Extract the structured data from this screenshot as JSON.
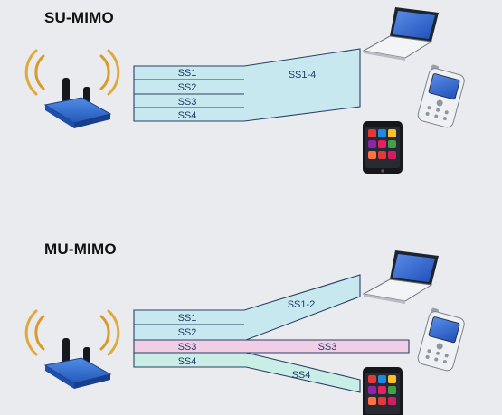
{
  "su_mimo": {
    "title": "SU-MIMO",
    "streams": [
      "SS1",
      "SS2",
      "SS3",
      "SS4"
    ],
    "combined_label": "SS1-4",
    "stream_color": "#c8e8f0"
  },
  "mu_mimo": {
    "title": "MU-MIMO",
    "streams": [
      "SS1",
      "SS2",
      "SS3",
      "SS4"
    ],
    "laptop_label": "SS1-2",
    "phone_label": "SS3",
    "mobile_label": "SS4",
    "stream_colors": {
      "ss1_2": "#c8e8f0",
      "ss3": "#f1cde6",
      "ss4": "#c9eee6"
    }
  },
  "icons": [
    "wifi-router-icon",
    "laptop-icon",
    "pda-phone-icon",
    "smartphone-icon"
  ],
  "colors": {
    "background": "#eaebee",
    "router": "#2f6fd1",
    "laptop_screen": "#2b63d6",
    "outline": "#1f3b66"
  }
}
